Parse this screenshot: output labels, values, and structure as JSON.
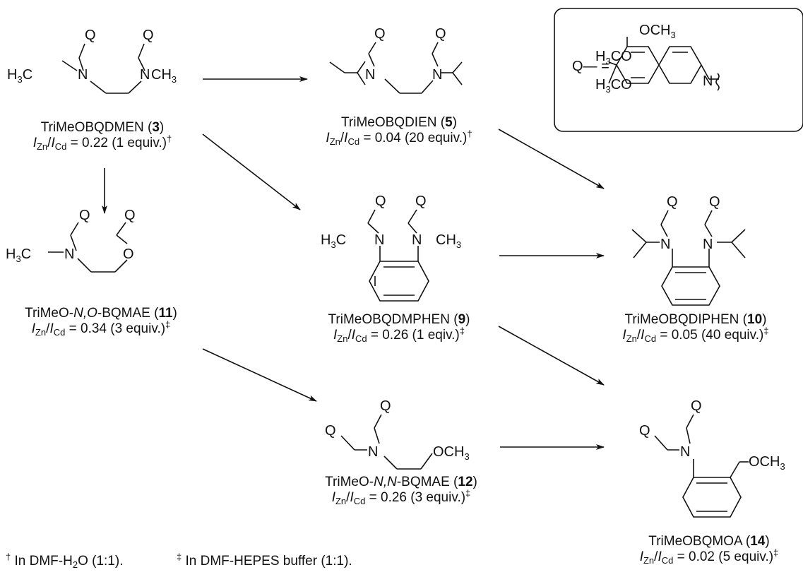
{
  "legend": {
    "q_label": "Q— =",
    "ring_n": "N",
    "ome_top": "OCH3",
    "ome_left1": "H3CO",
    "ome_left2": "H3CO"
  },
  "atoms": {
    "q": "Q",
    "n": "N",
    "o": "O",
    "h3c": "H3C",
    "ch3": "CH3",
    "och3": "OCH3"
  },
  "compounds": [
    {
      "id": "c3",
      "name": "TriMeOBQDMEN (",
      "num": "3",
      "close": ")",
      "ratio_value": " = 0.22 (1 equiv.)",
      "mark": "†"
    },
    {
      "id": "c5",
      "name": "TriMeOBQDIEN (",
      "num": "5",
      "close": ")",
      "ratio_value": " = 0.04 (20 equiv.)",
      "mark": "†"
    },
    {
      "id": "c11",
      "name_pre": "TriMeO-",
      "name_it": "N,O",
      "name_post": "-BQMAE (",
      "num": "11",
      "close": ")",
      "ratio_value": " = 0.34 (3 equiv.)",
      "mark": "‡"
    },
    {
      "id": "c9",
      "name": "TriMeOBQDMPHEN (",
      "num": "9",
      "close": ")",
      "ratio_value": " = 0.26 (1 eqiv.)",
      "mark": "‡"
    },
    {
      "id": "c10",
      "name": "TriMeOBQDIPHEN (",
      "num": "10",
      "close": ")",
      "ratio_value": " = 0.05 (40 equiv.)",
      "mark": "‡"
    },
    {
      "id": "c12",
      "name_pre": "TriMeO-",
      "name_it": "N,N",
      "name_post": "-BQMAE (",
      "num": "12",
      "close": ")",
      "ratio_value": " = 0.26 (3 equiv.)",
      "mark": "‡"
    },
    {
      "id": "c14",
      "name": "TriMeOBQMOA (",
      "num": "14",
      "close": ")",
      "ratio_value": " = 0.02 (5 equiv.)",
      "mark": "‡"
    }
  ],
  "ratio": {
    "i1": "I",
    "s1": "Zn",
    "slash": "/",
    "i2": "I",
    "s2": "Cd"
  },
  "footnotes": {
    "dagger": "†",
    "dagger_text": " In DMF-H",
    "dagger_sub": "2",
    "dagger_text2": "O (1:1).",
    "ddagger": "‡",
    "ddagger_text": " In DMF-HEPES buffer (1:1)."
  }
}
